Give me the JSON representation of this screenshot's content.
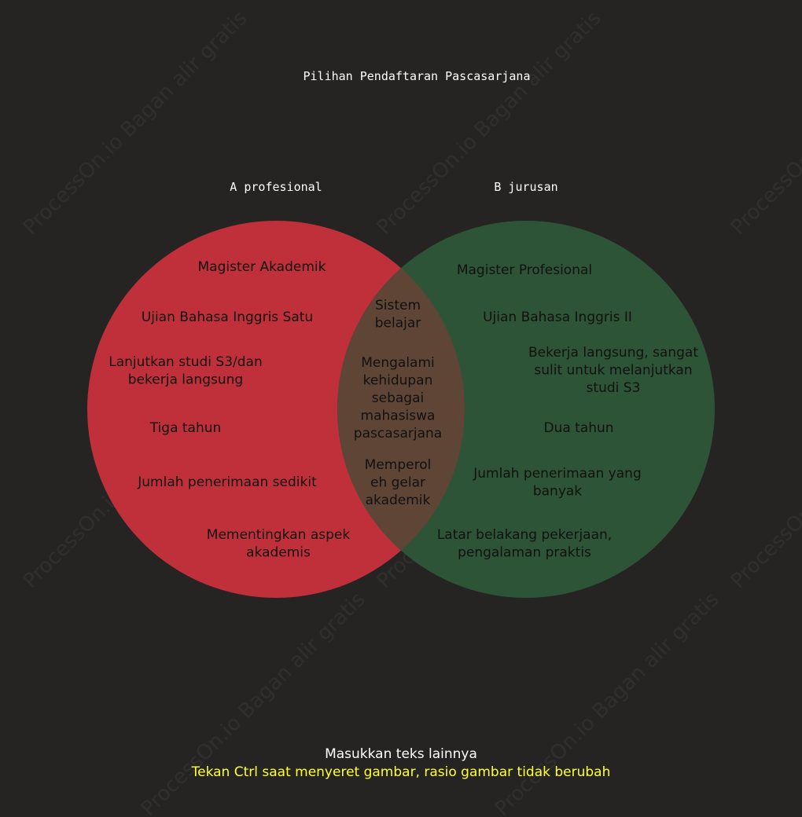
{
  "title": "Pilihan Pendaftaran Pascasarjana",
  "colors": {
    "background": "#252423",
    "circle_a": "#c0303a",
    "circle_b": "#2d5436",
    "overlap": "#5e4535",
    "hint": "#ffff33"
  },
  "set_a": {
    "label": "A profesional",
    "items": [
      "Magister Akademik",
      "Ujian Bahasa Inggris Satu",
      "Lanjutkan studi S3/dan\nbekerja langsung",
      "Tiga tahun",
      "Jumlah penerimaan sedikit",
      "Mementingkan aspek\nakademis"
    ]
  },
  "set_b": {
    "label": "B jurusan",
    "items": [
      "Magister Profesional",
      "Ujian Bahasa Inggris II",
      "Bekerja langsung, sangat\nsulit untuk melanjutkan\nstudi S3",
      "Dua tahun",
      "Jumlah penerimaan yang\nbanyak",
      "Latar belakang pekerjaan,\npengalaman praktis"
    ]
  },
  "intersection": {
    "items": [
      "Sistem\nbelajar",
      "Mengalami\nkehidupan\nsebagai\nmahasiswa\npascasarjana",
      "Memperol\neh gelar\nakademik"
    ]
  },
  "footer": {
    "line1": "Masukkan teks lainnya",
    "line2": "Tekan Ctrl saat menyeret gambar, rasio gambar tidak berubah"
  },
  "watermark_text": "ProcessOn.io Bagan alir gratis"
}
